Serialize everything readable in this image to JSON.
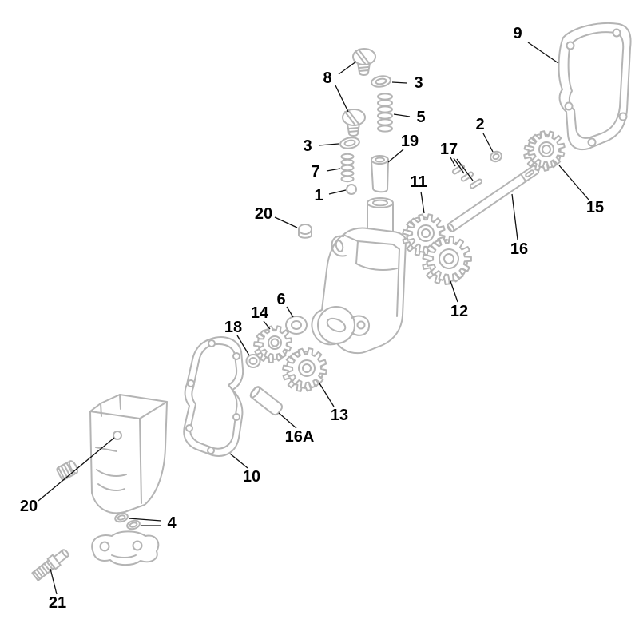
{
  "diagram": {
    "background_color": "#ffffff",
    "part_line_color": "#b4b4b4",
    "leader_line_color": "#111111",
    "label_color": "#000000"
  },
  "callouts": [
    {
      "label": "9"
    },
    {
      "label": "8"
    },
    {
      "label": "3"
    },
    {
      "label": "5"
    },
    {
      "label": "2"
    },
    {
      "label": "3"
    },
    {
      "label": "19"
    },
    {
      "label": "17"
    },
    {
      "label": "7"
    },
    {
      "label": "1"
    },
    {
      "label": "11"
    },
    {
      "label": "15"
    },
    {
      "label": "20"
    },
    {
      "label": "16"
    },
    {
      "label": "12"
    },
    {
      "label": "6"
    },
    {
      "label": "14"
    },
    {
      "label": "18"
    },
    {
      "label": "13"
    },
    {
      "label": "16A"
    },
    {
      "label": "10"
    },
    {
      "label": "20"
    },
    {
      "label": "4"
    },
    {
      "label": "21"
    }
  ]
}
